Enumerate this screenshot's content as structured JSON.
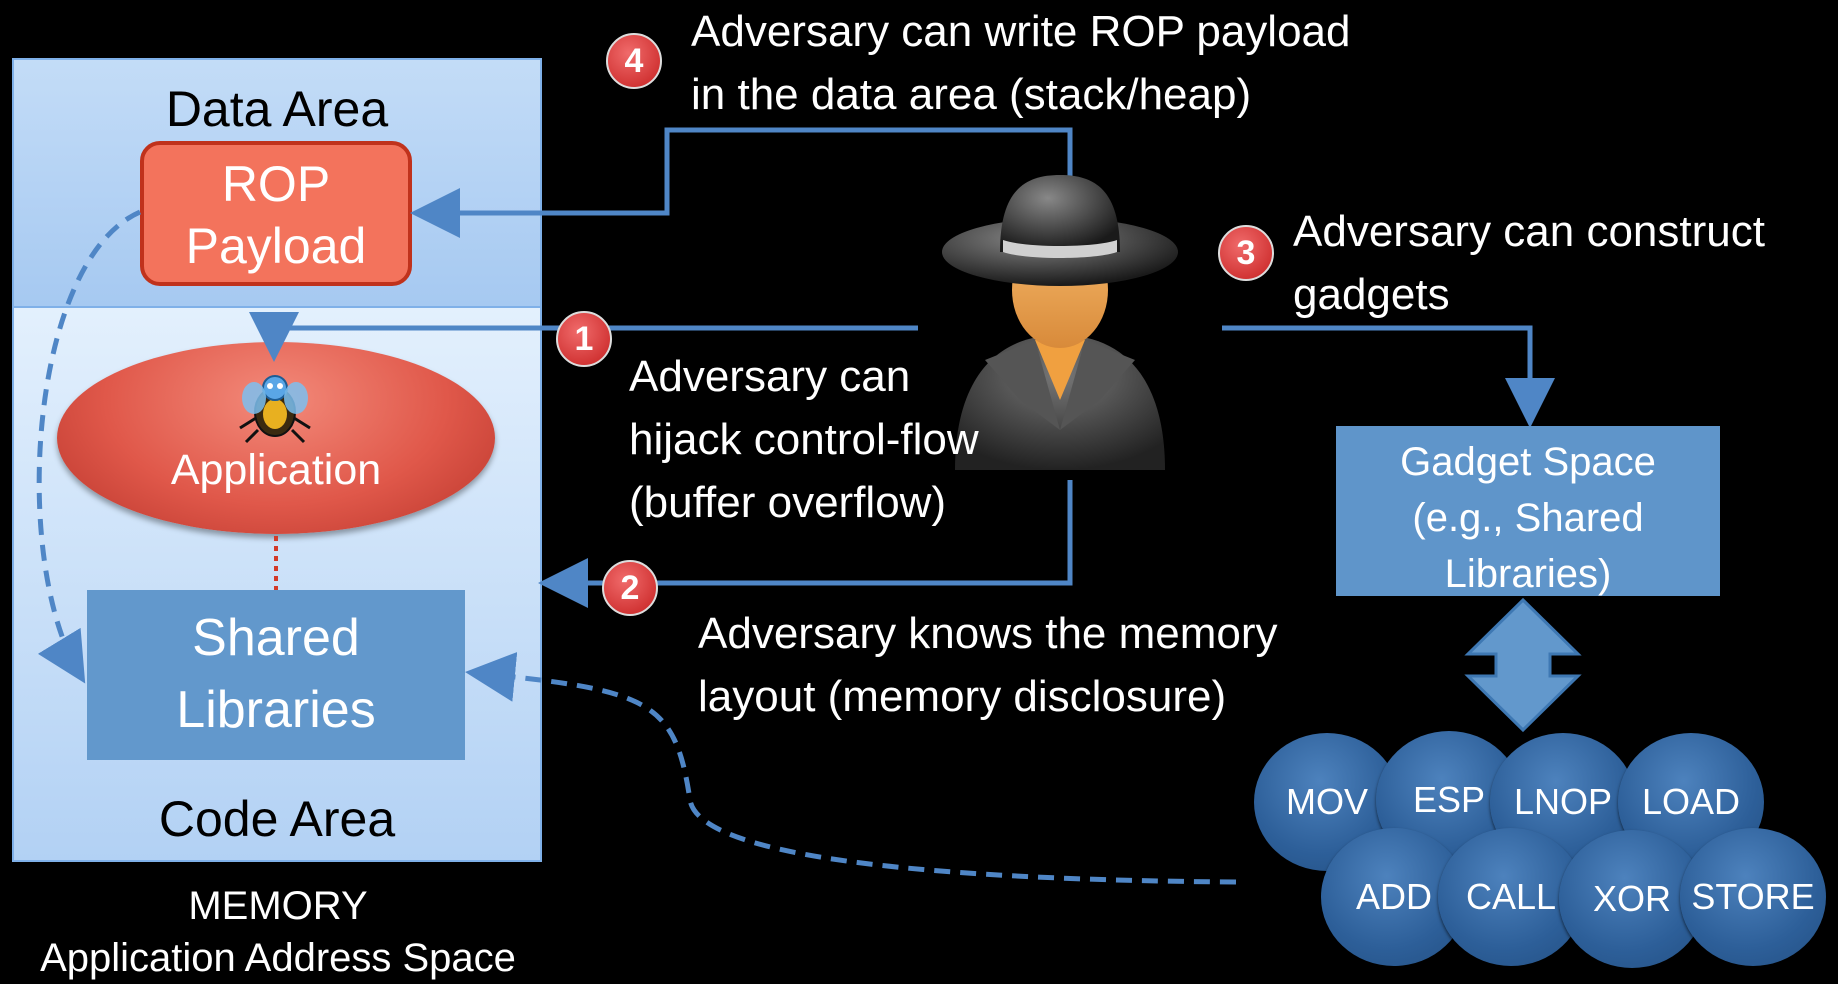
{
  "memory": {
    "data_area": "Data Area",
    "rop_payload": [
      "ROP",
      "Payload"
    ],
    "application": "Application",
    "shared_libraries": [
      "Shared",
      "Libraries"
    ],
    "code_area": "Code Area",
    "caption": [
      "MEMORY",
      "Application Address Space"
    ]
  },
  "steps": [
    {
      "num": "1",
      "text": [
        "Adversary can",
        "hijack control-flow",
        "(buffer overflow)"
      ]
    },
    {
      "num": "2",
      "text": [
        "Adversary knows the memory",
        "layout (memory disclosure)"
      ]
    },
    {
      "num": "3",
      "text": [
        "Adversary can construct",
        "gadgets"
      ]
    },
    {
      "num": "4",
      "text": [
        "Adversary can write ROP payload",
        "in the data area (stack/heap)"
      ]
    }
  ],
  "gadget_space": [
    "Gadget Space",
    "(e.g., Shared",
    "Libraries)"
  ],
  "gadgets": [
    "MOV",
    "ESP",
    "LNOP",
    "LOAD",
    "ADD",
    "CALL",
    "XOR",
    "STORE"
  ],
  "colors": {
    "badge_red": "#c62020",
    "arrow_blue": "#4f86c6",
    "rop_fill": "#f3735c",
    "shared_fill": "#6298cc",
    "bubble_blue": "#2d5f99"
  },
  "icons": {
    "adversary": "spy-icon",
    "bug": "bug-icon"
  }
}
